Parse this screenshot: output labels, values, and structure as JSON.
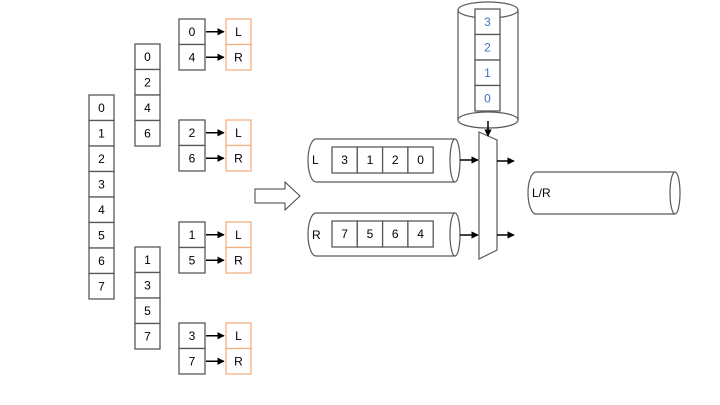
{
  "input_array": [
    "0",
    "1",
    "2",
    "3",
    "4",
    "5",
    "6",
    "7"
  ],
  "split": {
    "evens": [
      "0",
      "2",
      "4",
      "6"
    ],
    "odds": [
      "1",
      "3",
      "5",
      "7"
    ]
  },
  "pairs": [
    {
      "values": [
        "0",
        "4"
      ],
      "labels": [
        "L",
        "R"
      ]
    },
    {
      "values": [
        "2",
        "6"
      ],
      "labels": [
        "L",
        "R"
      ]
    },
    {
      "values": [
        "1",
        "5"
      ],
      "labels": [
        "L",
        "R"
      ]
    },
    {
      "values": [
        "3",
        "7"
      ],
      "labels": [
        "L",
        "R"
      ]
    }
  ],
  "streams": {
    "left": {
      "label": "L",
      "values": [
        "3",
        "1",
        "2",
        "0"
      ]
    },
    "right": {
      "label": "R",
      "values": [
        "7",
        "5",
        "6",
        "4"
      ]
    },
    "select": {
      "values": [
        "3",
        "2",
        "1",
        "0"
      ]
    },
    "output": {
      "label": "L/R"
    }
  },
  "colors": {
    "pair_label_border": "#F4B183",
    "select_text": "#4472C4",
    "border": "#595959"
  }
}
